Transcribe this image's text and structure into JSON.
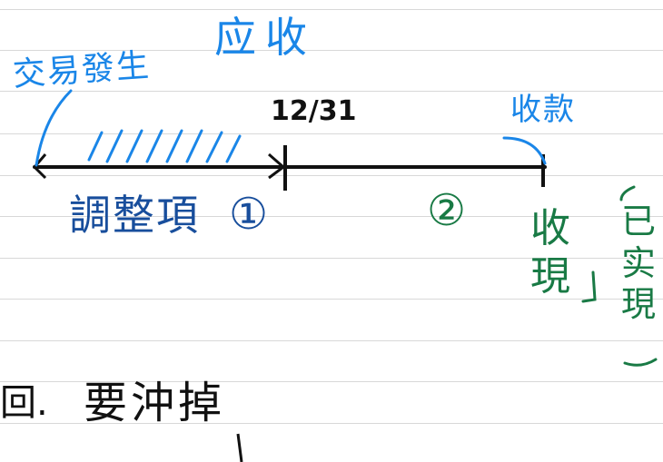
{
  "note": {
    "title": "应收",
    "event_start": "交易發生",
    "date_mark": "12/31",
    "event_end": "收款",
    "segment_1_label": "調整項",
    "segment_1_number": "①",
    "segment_2_number": "②",
    "realized_label": "收現",
    "realized_note": "已实現",
    "bottom_line_prefix": "回.",
    "bottom_line": "要沖掉"
  },
  "colors": {
    "light_blue": "#1a86e8",
    "dark_blue": "#184e9c",
    "green": "#197a45",
    "black": "#111111",
    "ruled_line": "#d8d8d8"
  }
}
